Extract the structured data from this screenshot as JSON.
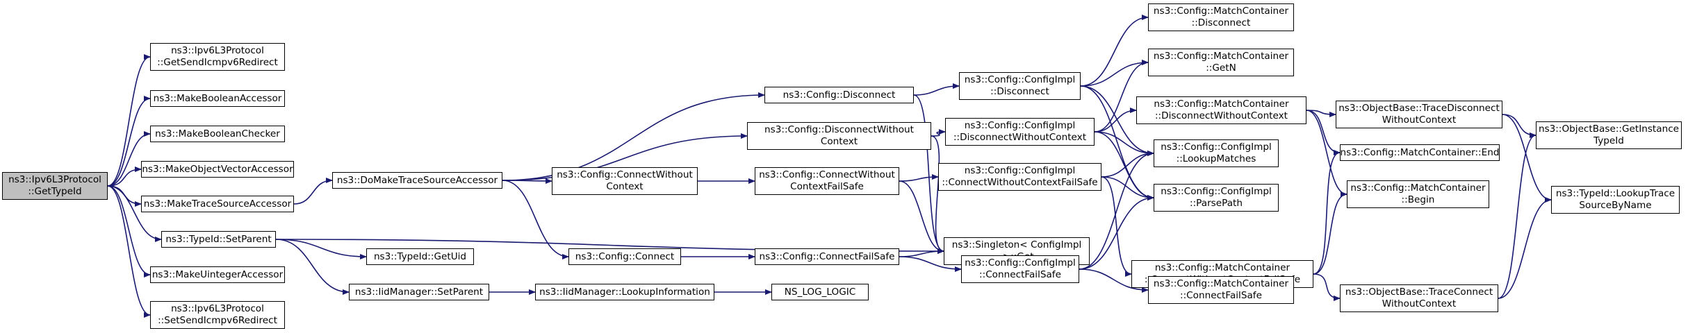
{
  "graph": {
    "nodes": [
      {
        "id": "root",
        "label": "ns3::Ipv6L3Protocol\n::GetTypeId",
        "root": true
      },
      {
        "id": "n_getsend",
        "label": "ns3::Ipv6L3Protocol\n::GetSendIcmpv6Redirect"
      },
      {
        "id": "n_mkboolacc",
        "label": "ns3::MakeBooleanAccessor"
      },
      {
        "id": "n_mkboolchk",
        "label": "ns3::MakeBooleanChecker"
      },
      {
        "id": "n_mkobjvec",
        "label": "ns3::MakeObjectVectorAccessor"
      },
      {
        "id": "n_mktrace",
        "label": "ns3::MakeTraceSourceAccessor"
      },
      {
        "id": "n_setparent",
        "label": "ns3::TypeId::SetParent"
      },
      {
        "id": "n_mkuint",
        "label": "ns3::MakeUintegerAccessor"
      },
      {
        "id": "n_setsend",
        "label": "ns3::Ipv6L3Protocol\n::SetSendIcmpv6Redirect"
      },
      {
        "id": "n_domake",
        "label": "ns3::DoMakeTraceSourceAccessor"
      },
      {
        "id": "n_getuid",
        "label": "ns3::TypeId::GetUid"
      },
      {
        "id": "n_iidsetparent",
        "label": "ns3::IidManager::SetParent"
      },
      {
        "id": "n_disconnect",
        "label": "ns3::Config::Disconnect"
      },
      {
        "id": "n_disconnectwc",
        "label": "ns3::Config::DisconnectWithout\nContext"
      },
      {
        "id": "n_connectwc",
        "label": "ns3::Config::ConnectWithout\nContext"
      },
      {
        "id": "n_connect",
        "label": "ns3::Config::Connect"
      },
      {
        "id": "n_lookupinfo",
        "label": "ns3::IidManager::LookupInformation"
      },
      {
        "id": "n_connectwcfs",
        "label": "ns3::Config::ConnectWithout\nContextFailSafe"
      },
      {
        "id": "n_connectfs",
        "label": "ns3::Config::ConnectFailSafe"
      },
      {
        "id": "n_nslog",
        "label": "NS_LOG_LOGIC"
      },
      {
        "id": "n_implDisc",
        "label": "ns3::Config::ConfigImpl\n::Disconnect"
      },
      {
        "id": "n_implDiscWC",
        "label": "ns3::Config::ConfigImpl\n::DisconnectWithoutContext"
      },
      {
        "id": "n_implConnWCFS",
        "label": "ns3::Config::ConfigImpl\n::ConnectWithoutContextFailSafe"
      },
      {
        "id": "n_singleton",
        "label": "ns3::Singleton< ConfigImpl\n >::Get"
      },
      {
        "id": "n_implConnFS",
        "label": "ns3::Config::ConfigImpl\n::ConnectFailSafe"
      },
      {
        "id": "n_mcDisc",
        "label": "ns3::Config::MatchContainer\n::Disconnect"
      },
      {
        "id": "n_mcGetN",
        "label": "ns3::Config::MatchContainer\n::GetN"
      },
      {
        "id": "n_mcDiscWC",
        "label": "ns3::Config::MatchContainer\n::DisconnectWithoutContext"
      },
      {
        "id": "n_lookupmatches",
        "label": "ns3::Config::ConfigImpl\n::LookupMatches"
      },
      {
        "id": "n_parsepath",
        "label": "ns3::Config::ConfigImpl\n::ParsePath"
      },
      {
        "id": "n_mcConnWCFS",
        "label": "ns3::Config::MatchContainer\n::ConnectWithoutContextFailSafe"
      },
      {
        "id": "n_mcConnFS",
        "label": "ns3::Config::MatchContainer\n::ConnectFailSafe"
      },
      {
        "id": "n_obTraceDisc",
        "label": "ns3::ObjectBase::TraceDisconnect\nWithoutContext"
      },
      {
        "id": "n_mcEnd",
        "label": "ns3::Config::MatchContainer::End"
      },
      {
        "id": "n_mcBegin",
        "label": "ns3::Config::MatchContainer\n::Begin"
      },
      {
        "id": "n_obTraceConn",
        "label": "ns3::ObjectBase::TraceConnect\nWithoutContext"
      },
      {
        "id": "n_getinstance",
        "label": "ns3::ObjectBase::GetInstance\nTypeId"
      },
      {
        "id": "n_lookuptrace",
        "label": "ns3::TypeId::LookupTrace\nSourceByName"
      }
    ],
    "edges": [
      [
        "root",
        "n_getsend"
      ],
      [
        "root",
        "n_mkboolacc"
      ],
      [
        "root",
        "n_mkboolchk"
      ],
      [
        "root",
        "n_mkobjvec"
      ],
      [
        "root",
        "n_mktrace"
      ],
      [
        "root",
        "n_setparent"
      ],
      [
        "root",
        "n_mkuint"
      ],
      [
        "root",
        "n_setsend"
      ],
      [
        "n_mktrace",
        "n_domake"
      ],
      [
        "n_setparent",
        "n_singleton"
      ],
      [
        "n_setparent",
        "n_getuid"
      ],
      [
        "n_setparent",
        "n_iidsetparent"
      ],
      [
        "n_domake",
        "n_disconnect"
      ],
      [
        "n_domake",
        "n_disconnectwc"
      ],
      [
        "n_domake",
        "n_connectwc"
      ],
      [
        "n_domake",
        "n_connect"
      ],
      [
        "n_iidsetparent",
        "n_lookupinfo"
      ],
      [
        "n_lookupinfo",
        "n_nslog"
      ],
      [
        "n_disconnect",
        "n_implDisc"
      ],
      [
        "n_disconnect",
        "n_singleton"
      ],
      [
        "n_disconnectwc",
        "n_implDiscWC"
      ],
      [
        "n_disconnectwc",
        "n_singleton"
      ],
      [
        "n_connectwc",
        "n_connectwcfs"
      ],
      [
        "n_connect",
        "n_connectfs"
      ],
      [
        "n_connectwcfs",
        "n_implConnWCFS"
      ],
      [
        "n_connectwcfs",
        "n_singleton"
      ],
      [
        "n_connectfs",
        "n_singleton"
      ],
      [
        "n_connectfs",
        "n_implConnFS"
      ],
      [
        "n_implDisc",
        "n_mcDisc"
      ],
      [
        "n_implDisc",
        "n_mcGetN"
      ],
      [
        "n_implDisc",
        "n_lookupmatches"
      ],
      [
        "n_implDisc",
        "n_parsepath"
      ],
      [
        "n_implDiscWC",
        "n_mcGetN"
      ],
      [
        "n_implDiscWC",
        "n_mcDiscWC"
      ],
      [
        "n_implDiscWC",
        "n_lookupmatches"
      ],
      [
        "n_implDiscWC",
        "n_parsepath"
      ],
      [
        "n_implConnWCFS",
        "n_lookupmatches"
      ],
      [
        "n_implConnWCFS",
        "n_parsepath"
      ],
      [
        "n_implConnWCFS",
        "n_mcConnWCFS"
      ],
      [
        "n_implConnFS",
        "n_lookupmatches"
      ],
      [
        "n_implConnFS",
        "n_parsepath"
      ],
      [
        "n_implConnFS",
        "n_mcConnFS"
      ],
      [
        "n_mcDiscWC",
        "n_obTraceDisc"
      ],
      [
        "n_mcDiscWC",
        "n_mcEnd"
      ],
      [
        "n_mcDiscWC",
        "n_mcBegin"
      ],
      [
        "n_mcConnWCFS",
        "n_mcEnd"
      ],
      [
        "n_mcConnWCFS",
        "n_mcBegin"
      ],
      [
        "n_mcConnWCFS",
        "n_obTraceConn"
      ],
      [
        "n_obTraceDisc",
        "n_getinstance"
      ],
      [
        "n_obTraceDisc",
        "n_lookuptrace"
      ],
      [
        "n_obTraceConn",
        "n_getinstance"
      ],
      [
        "n_obTraceConn",
        "n_lookuptrace"
      ]
    ],
    "colors": {
      "edge": "#191970",
      "root_fill": "#bfbfbf",
      "node_fill": "#ffffff",
      "border": "#000000"
    }
  }
}
